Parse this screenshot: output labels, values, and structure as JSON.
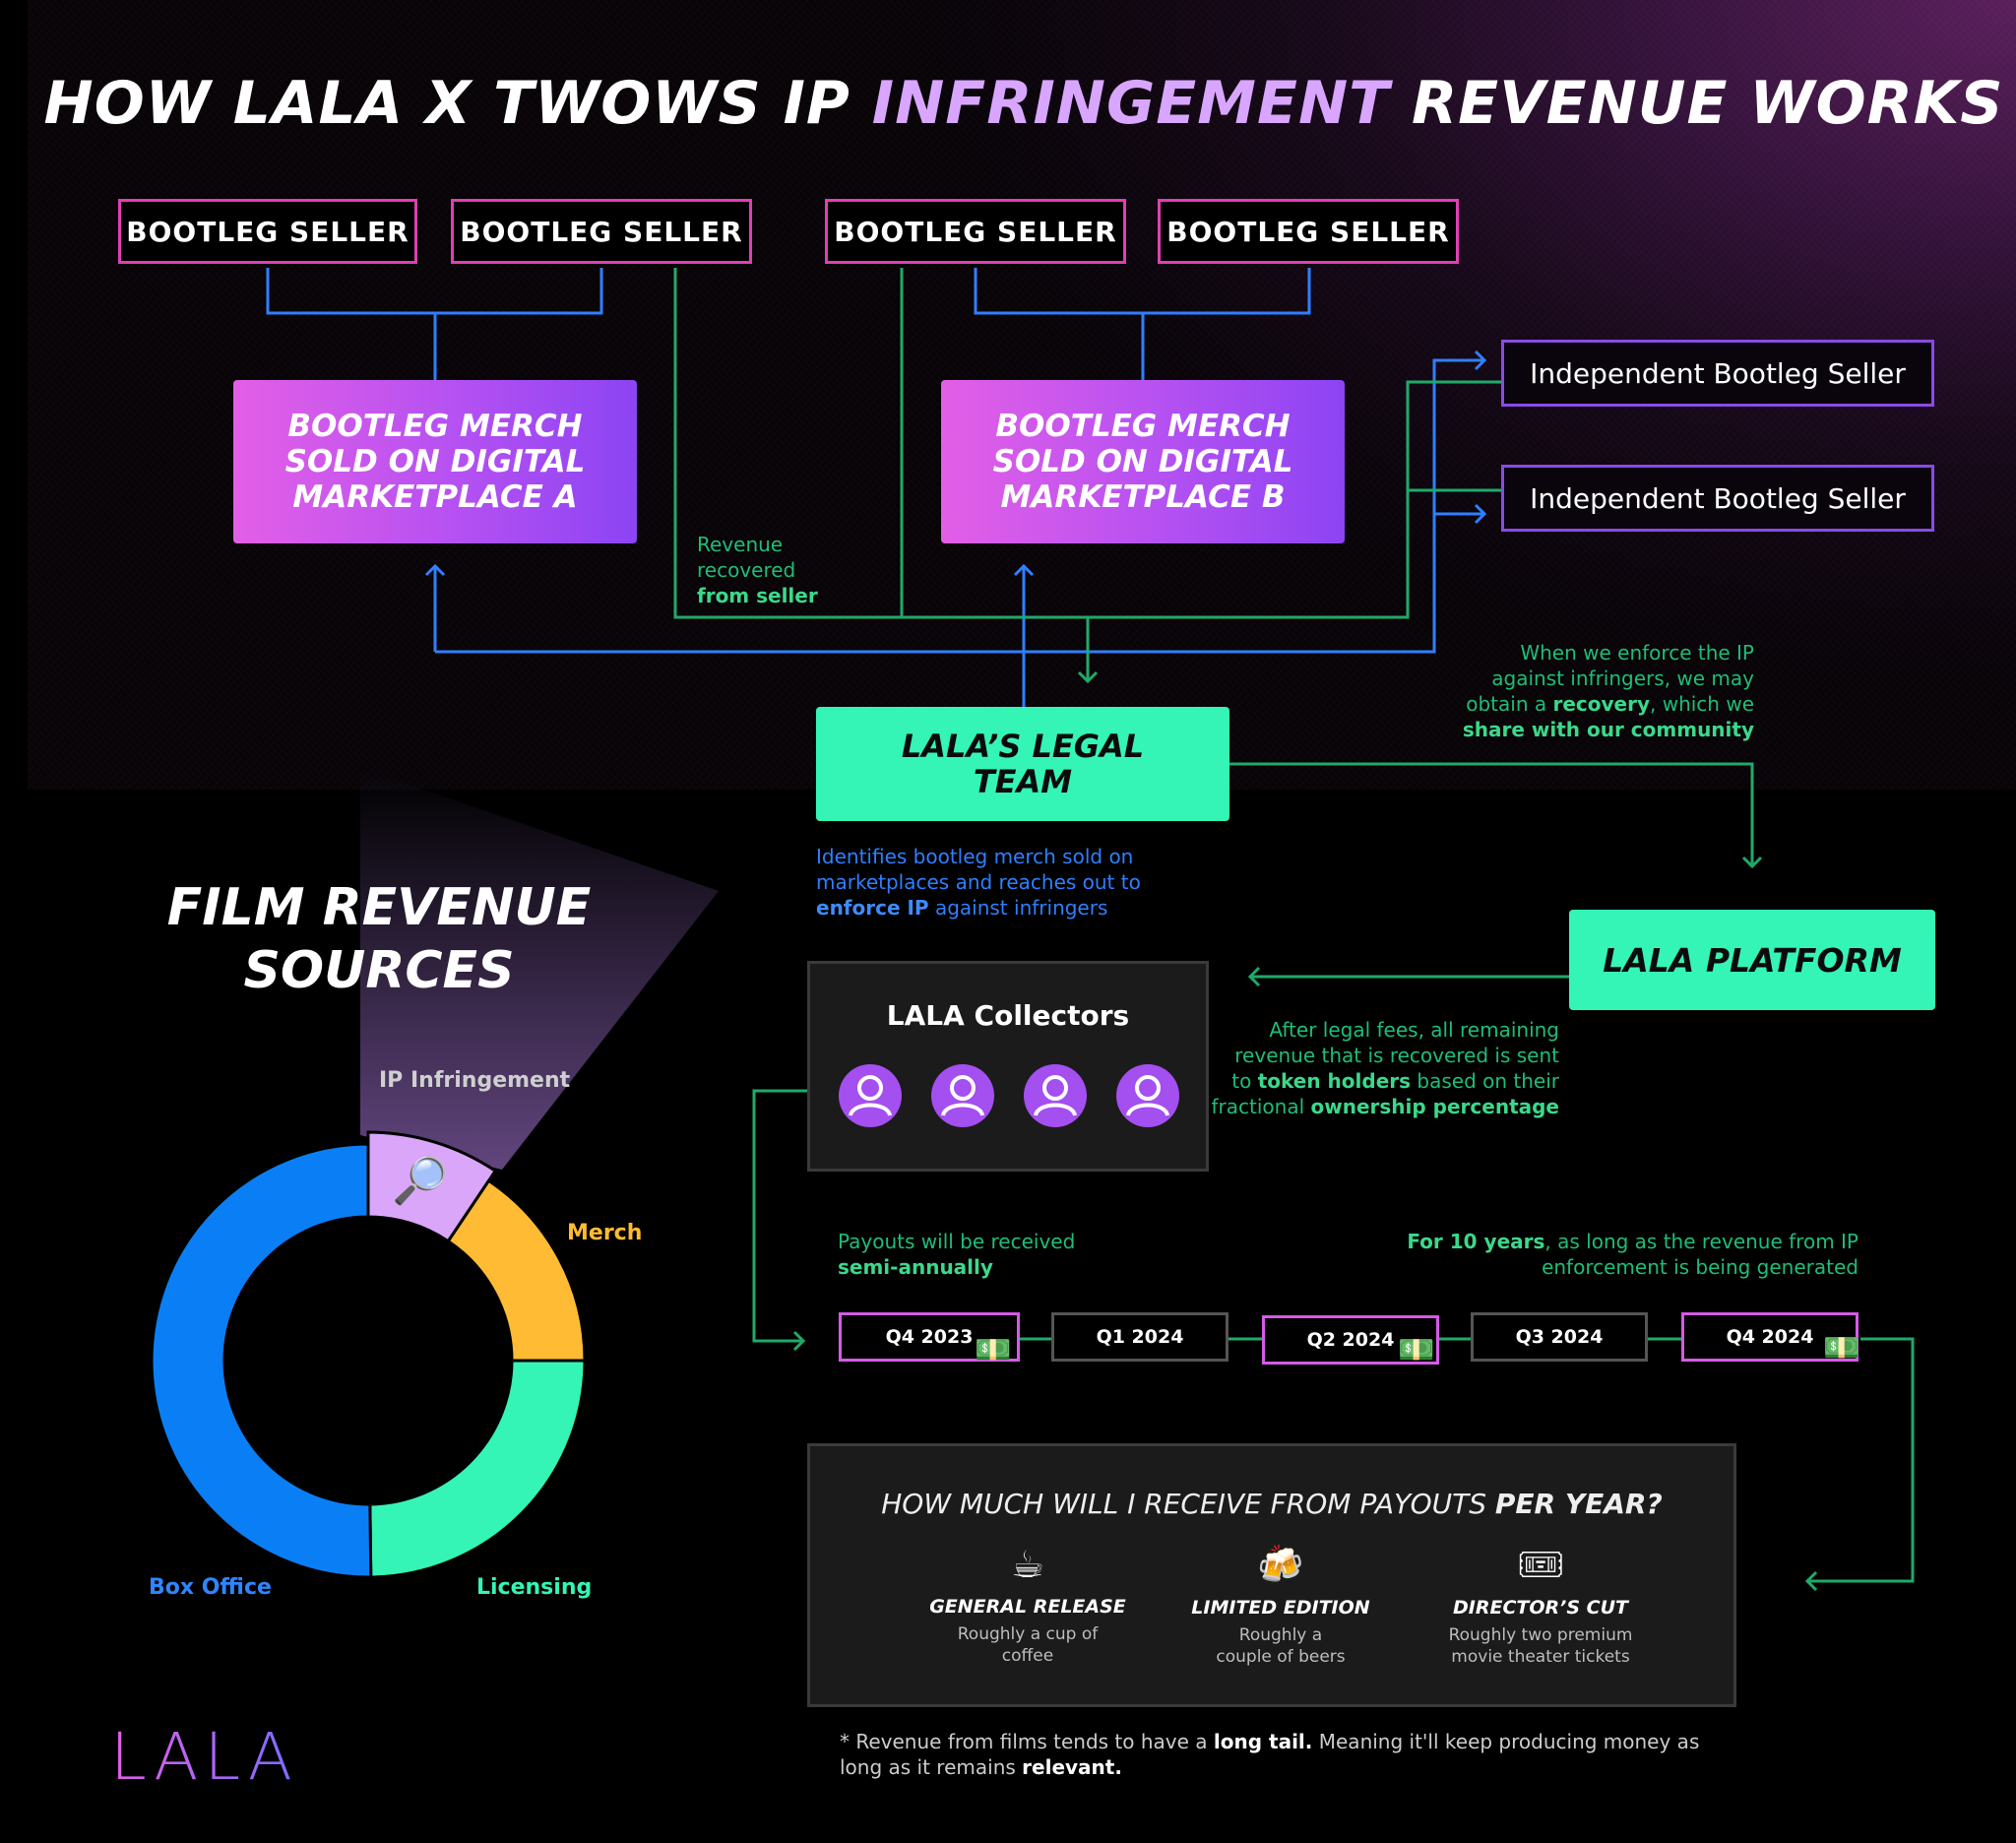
{
  "title": {
    "part1": "HOW LALA X TWOWS IP ",
    "highlight": "INFRINGEMENT",
    "part2": " REVENUE WORKS"
  },
  "sellers": [
    "BOOTLEG SELLER",
    "BOOTLEG SELLER",
    "BOOTLEG SELLER",
    "BOOTLEG SELLER"
  ],
  "marketplaces": [
    {
      "lines": [
        "BOOTLEG MERCH",
        "SOLD ON DIGITAL",
        "MARKETPLACE A"
      ]
    },
    {
      "lines": [
        "BOOTLEG MERCH",
        "SOLD ON DIGITAL",
        "MARKETPLACE B"
      ]
    }
  ],
  "independent_sellers": [
    "Independent Bootleg Seller",
    "Independent Bootleg Seller"
  ],
  "revenue_note": {
    "l1": "Revenue",
    "l2": "recovered",
    "l3": "from seller"
  },
  "enforce_note": {
    "l1": "When we enforce the IP",
    "l2": "against infringers, we may",
    "l3a": "obtain a ",
    "l3b": "recovery",
    "l3c": ", which we",
    "l4": "share with our community"
  },
  "legal_team": {
    "l1": "LALA’S LEGAL",
    "l2": "TEAM"
  },
  "legal_note": {
    "l1": "Identifies bootleg merch sold on",
    "l2": "marketplaces and reaches out to",
    "l3a": "enforce IP",
    "l3b": " against infringers"
  },
  "platform": "LALA PLATFORM",
  "collectors_title": "LALA Collectors",
  "fees_note": {
    "l1": "After legal fees, all remaining",
    "l2": "revenue that is recovered is sent",
    "l3a": "to ",
    "l3b": "token holders",
    "l3c": " based on their",
    "l4a": "fractional ",
    "l4b": "ownership percentage"
  },
  "semi_note": {
    "l1": "Payouts will be received",
    "l2": "semi-annually"
  },
  "years_note": {
    "l1a": "For 10  years",
    "l1b": ", as long as the revenue from IP",
    "l2": "enforcement is being generated"
  },
  "quarters": [
    {
      "label": "Q4 2023",
      "payout": true
    },
    {
      "label": "Q1 2024",
      "payout": false
    },
    {
      "label": "Q2 2024",
      "payout": true
    },
    {
      "label": "Q3 2024",
      "payout": false
    },
    {
      "label": "Q4 2024",
      "payout": true
    }
  ],
  "payout_question": {
    "part1": "HOW MUCH WILL I RECEIVE FROM PAYOUTS ",
    "part2": "PER YEAR?"
  },
  "tiers": [
    {
      "icon": "coffee-icon",
      "name": "GENERAL RELEASE",
      "l1": "Roughly a cup of",
      "l2": "coffee"
    },
    {
      "icon": "beer-icon",
      "name": "LIMITED EDITION",
      "l1": "Roughly a",
      "l2": "couple of beers"
    },
    {
      "icon": "ticket-icon",
      "name": "DIRECTOR’S CUT",
      "l1": "Roughly two premium",
      "l2": "movie theater tickets"
    }
  ],
  "tail_note": {
    "l1a": "* Revenue from films tends to have a ",
    "l1b": "long tail.",
    "l1c": " Meaning it'll keep producing money as",
    "l2a": "long as it remains ",
    "l2b": "relevant."
  },
  "film_title": {
    "l1": "FILM REVENUE",
    "l2": "SOURCES"
  },
  "chart_data": {
    "type": "pie",
    "title": "FILM REVENUE SOURCES",
    "categories": [
      "IP Infringement",
      "Merch",
      "Licensing",
      "Box Office"
    ],
    "values": [
      9.4,
      15.6,
      24.8,
      50.2
    ],
    "colors": [
      "#d9a6f9",
      "#ffbb33",
      "#34f5b6",
      "#0a7ff5"
    ],
    "highlight": "IP Infringement"
  },
  "logo": "LALA",
  "colors": {
    "green": "#34f5b6",
    "pink_border": "#e03fb3",
    "purple_border": "#8a4ae8",
    "blue_line": "#2f7fff",
    "green_line": "#1faa6a"
  }
}
